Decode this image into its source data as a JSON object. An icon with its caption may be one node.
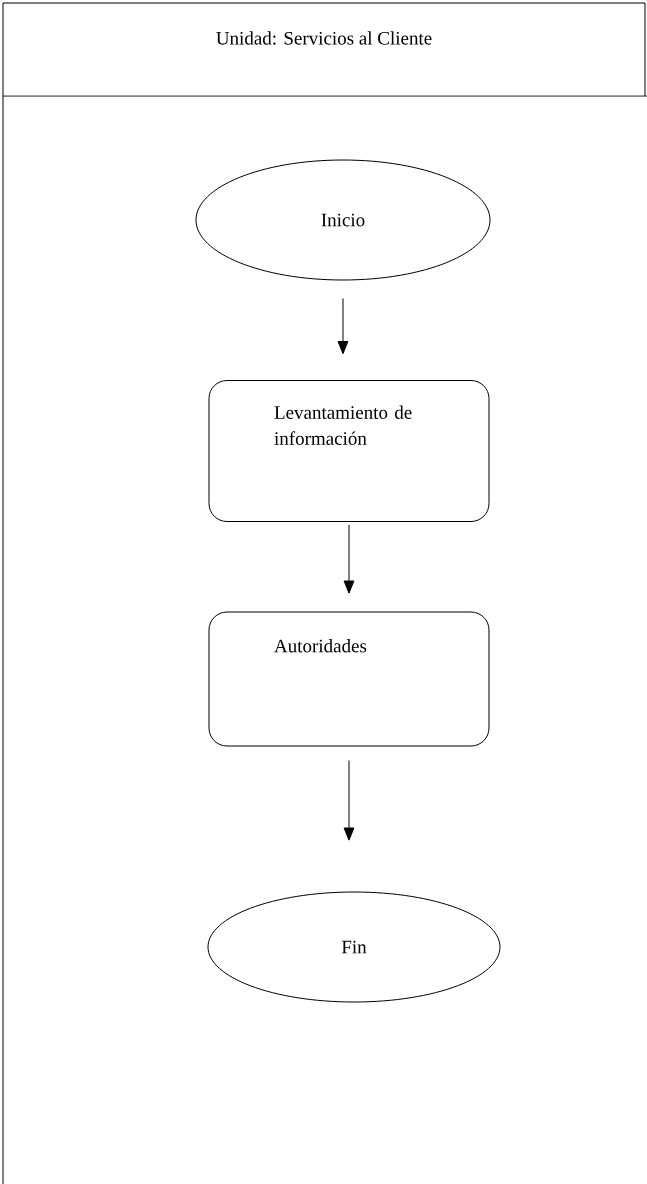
{
  "diagram": {
    "title": "Unidad: Servicios  al  Cliente",
    "nodes": [
      {
        "text": [
          "Inicio"
        ]
      },
      {
        "text": [
          "Levantamiento de información"
        ]
      },
      {
        "text": [
          "Autoridades"
        ]
      },
      {
        "text": [
          "Fin"
        ]
      }
    ],
    "edges": [
      {
        "from": 0,
        "to": 1,
        "arrow": "to"
      },
      {
        "from": 1,
        "to": 2,
        "arrow": "to"
      },
      {
        "from": 2,
        "to": 3,
        "arrow": "to"
      }
    ]
  }
}
